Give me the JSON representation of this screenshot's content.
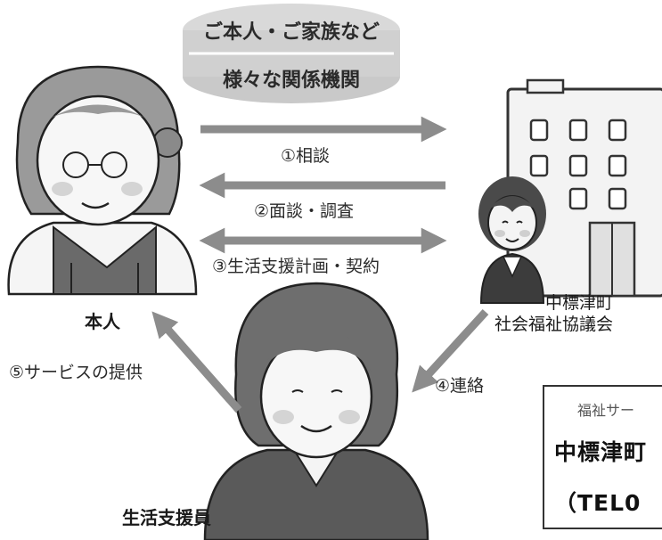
{
  "top_pill": {
    "line1": "ご本人・ご家族など",
    "line2": "様々な関係機関"
  },
  "flows": {
    "step1": "①相談",
    "step2": "②面談・調査",
    "step3": "③生活支援計画・契約",
    "step4": "④連絡",
    "step5": "⑤サービスの提供"
  },
  "actors": {
    "person": "本人",
    "council_line1": "中標津町",
    "council_line2": "社会福祉協議会",
    "supporter": "生活支援員"
  },
  "contact_box": {
    "line1": "福祉サー",
    "line2": "中標津町",
    "line3": "（TEL0"
  },
  "colors": {
    "pill": "#cfcfcf",
    "arrow": "#8c8c8c",
    "building": "#f2f2f2",
    "outline": "#333333"
  }
}
